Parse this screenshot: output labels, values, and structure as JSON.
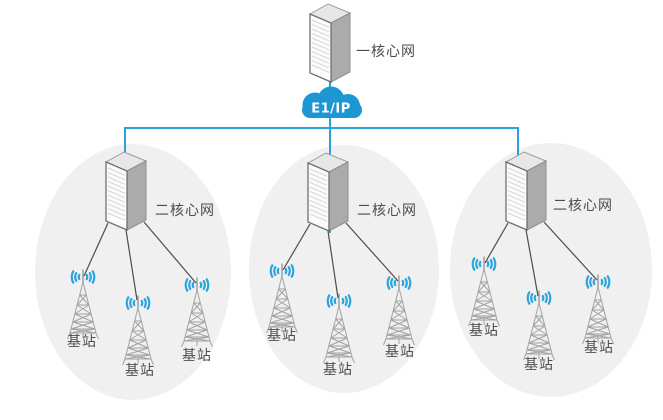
{
  "diagram": {
    "core_network": {
      "label": "一核心网"
    },
    "backhaul_cloud": {
      "label": "E1/IP"
    },
    "clusters": [
      {
        "server_label": "二核心网",
        "stations": [
          {
            "label": "基站"
          },
          {
            "label": "基站"
          },
          {
            "label": "基站"
          }
        ]
      },
      {
        "server_label": "二核心网",
        "stations": [
          {
            "label": "基站"
          },
          {
            "label": "基站"
          },
          {
            "label": "基站"
          }
        ]
      },
      {
        "server_label": "二核心网",
        "stations": [
          {
            "label": "基站"
          },
          {
            "label": "基站"
          },
          {
            "label": "基站"
          }
        ]
      }
    ],
    "colors": {
      "accent_blue": "#29a3dc",
      "cloud_blue": "#1d97d4",
      "region_fill": "#f0f0f0",
      "tower_gray": "#a2a2a2",
      "label_text": "#4d4d4d",
      "link_line": "#4c4c4c"
    }
  }
}
